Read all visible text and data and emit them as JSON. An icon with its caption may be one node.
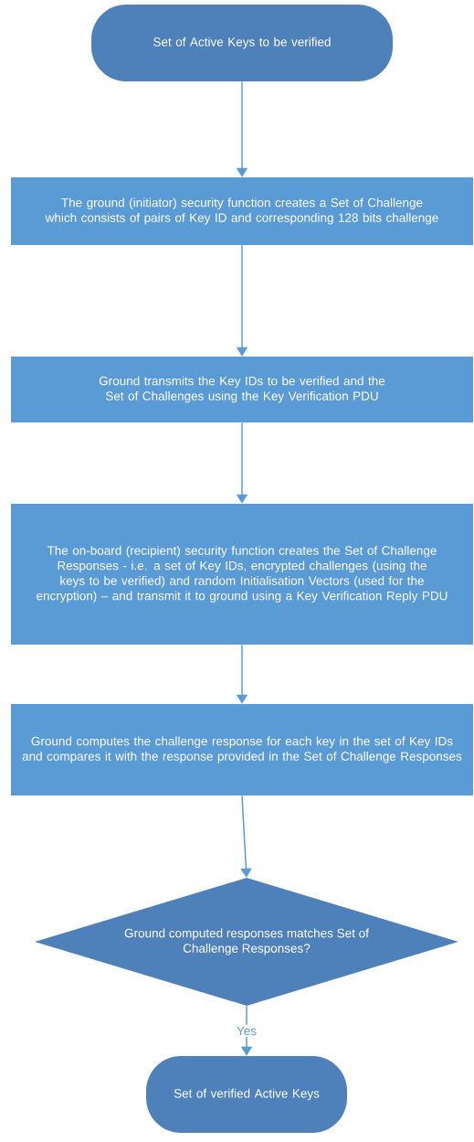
{
  "diagram": {
    "nodes": [
      {
        "text": [
          "Set of Active Keys to be verified"
        ]
      },
      {
        "text": [
          "The ground (initiator) security function creates a Set of Challenge which consists of pairs of Key ID and corresponding 128 bits challenge"
        ]
      },
      {
        "text": [
          "Ground transmits the Key IDs to be verified and the Set of Challenges using the Key Verification PDU"
        ]
      },
      {
        "text": [
          "The on-board (recipient) security function creates the Set of Challenge Responses - i.e. a set of Key IDs, encrypted challenges (using the keys to be verified) and random Initialisation Vectors (used for the encryption) – and transmit it to ground using a Key Verification Reply PDU"
        ]
      },
      {
        "text": [
          "Ground computes the challenge response for each key in the set of Key IDs and compares it with the response provided in the Set of Challenge Responses"
        ]
      },
      {
        "text": [
          "Ground computed responses matches Set of Challenge Responses?"
        ]
      },
      {
        "text": [
          "Set of verified Active Keys"
        ]
      }
    ],
    "edges": [
      {
        "from": 0,
        "to": 1,
        "arrow": "to"
      },
      {
        "from": 1,
        "to": 2,
        "arrow": "to"
      },
      {
        "from": 2,
        "to": 3,
        "arrow": "to"
      },
      {
        "from": 3,
        "to": 4,
        "arrow": "to"
      },
      {
        "from": 4,
        "to": 5,
        "arrow": "to"
      },
      {
        "from": 5,
        "to": 6,
        "arrow": "to",
        "label": "Yes"
      }
    ]
  }
}
